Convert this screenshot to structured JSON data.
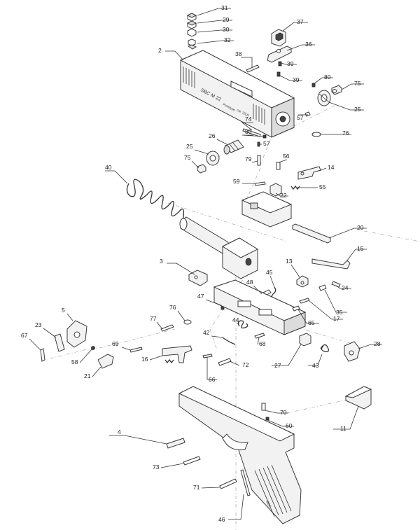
{
  "callouts": [
    {
      "id": "c31",
      "label": "31"
    },
    {
      "id": "c29",
      "label": "29"
    },
    {
      "id": "c30",
      "label": "30"
    },
    {
      "id": "c32",
      "label": "32"
    },
    {
      "id": "c37",
      "label": "37"
    },
    {
      "id": "c2",
      "label": "2"
    },
    {
      "id": "c38",
      "label": "38"
    },
    {
      "id": "c36",
      "label": "36"
    },
    {
      "id": "c39a",
      "label": "39"
    },
    {
      "id": "c39b",
      "label": "39"
    },
    {
      "id": "c80a",
      "label": "80"
    },
    {
      "id": "c75a",
      "label": "75"
    },
    {
      "id": "c25a",
      "label": "25"
    },
    {
      "id": "c57a",
      "label": "57"
    },
    {
      "id": "c76a",
      "label": "76"
    },
    {
      "id": "c74",
      "label": "74"
    },
    {
      "id": "c80b",
      "label": "80"
    },
    {
      "id": "c26",
      "label": "26"
    },
    {
      "id": "c57b",
      "label": "57"
    },
    {
      "id": "c25b",
      "label": "25"
    },
    {
      "id": "c75b",
      "label": "75"
    },
    {
      "id": "c79",
      "label": "79"
    },
    {
      "id": "c56",
      "label": "56"
    },
    {
      "id": "c14",
      "label": "14"
    },
    {
      "id": "c40",
      "label": "40"
    },
    {
      "id": "c59",
      "label": "59"
    },
    {
      "id": "c22",
      "label": "22"
    },
    {
      "id": "c55",
      "label": "55"
    },
    {
      "id": "c20",
      "label": "20"
    },
    {
      "id": "c15",
      "label": "15"
    },
    {
      "id": "c3",
      "label": "3"
    },
    {
      "id": "c13",
      "label": "13"
    },
    {
      "id": "c45",
      "label": "45"
    },
    {
      "id": "c48",
      "label": "48"
    },
    {
      "id": "c24",
      "label": "24"
    },
    {
      "id": "c47",
      "label": "47"
    },
    {
      "id": "c35",
      "label": "35"
    },
    {
      "id": "c76b",
      "label": "76"
    },
    {
      "id": "c44",
      "label": "44"
    },
    {
      "id": "c17",
      "label": "17"
    },
    {
      "id": "c5",
      "label": "5"
    },
    {
      "id": "c77",
      "label": "77"
    },
    {
      "id": "c65",
      "label": "65"
    },
    {
      "id": "c23",
      "label": "23"
    },
    {
      "id": "c42",
      "label": "42"
    },
    {
      "id": "c67",
      "label": "67"
    },
    {
      "id": "c68",
      "label": "68"
    },
    {
      "id": "c28",
      "label": "28"
    },
    {
      "id": "c69",
      "label": "69"
    },
    {
      "id": "c58",
      "label": "58"
    },
    {
      "id": "c16",
      "label": "16"
    },
    {
      "id": "c72",
      "label": "72"
    },
    {
      "id": "c27",
      "label": "27"
    },
    {
      "id": "c43",
      "label": "43"
    },
    {
      "id": "c21",
      "label": "21"
    },
    {
      "id": "c66",
      "label": "66"
    },
    {
      "id": "c70",
      "label": "70"
    },
    {
      "id": "c60",
      "label": "60"
    },
    {
      "id": "c11",
      "label": "11"
    },
    {
      "id": "c4",
      "label": "4"
    },
    {
      "id": "c73",
      "label": "73"
    },
    {
      "id": "c71",
      "label": "71"
    },
    {
      "id": "c46",
      "label": "46"
    }
  ],
  "engravings": {
    "slide_brand": "SBC M 22",
    "slide_sub": "Prototype",
    "slide_cal": "cal. 22LR",
    "grip_logo": "SBC"
  }
}
